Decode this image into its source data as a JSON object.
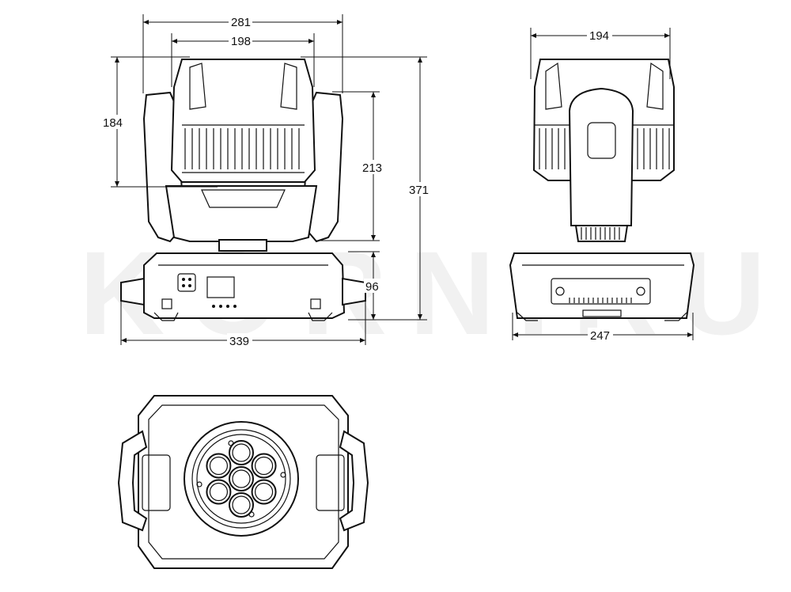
{
  "watermark": "KORN.RU",
  "dimensions": {
    "front_width_top": "281",
    "front_head_width": "198",
    "front_head_height": "184",
    "front_yoke_height": "213",
    "front_total_height": "371",
    "front_base_height": "96",
    "front_base_width": "339",
    "side_head_width": "194",
    "side_base_width": "247"
  },
  "colors": {
    "line": "#111111",
    "watermark": "#f1f1f1",
    "background": "#ffffff"
  }
}
